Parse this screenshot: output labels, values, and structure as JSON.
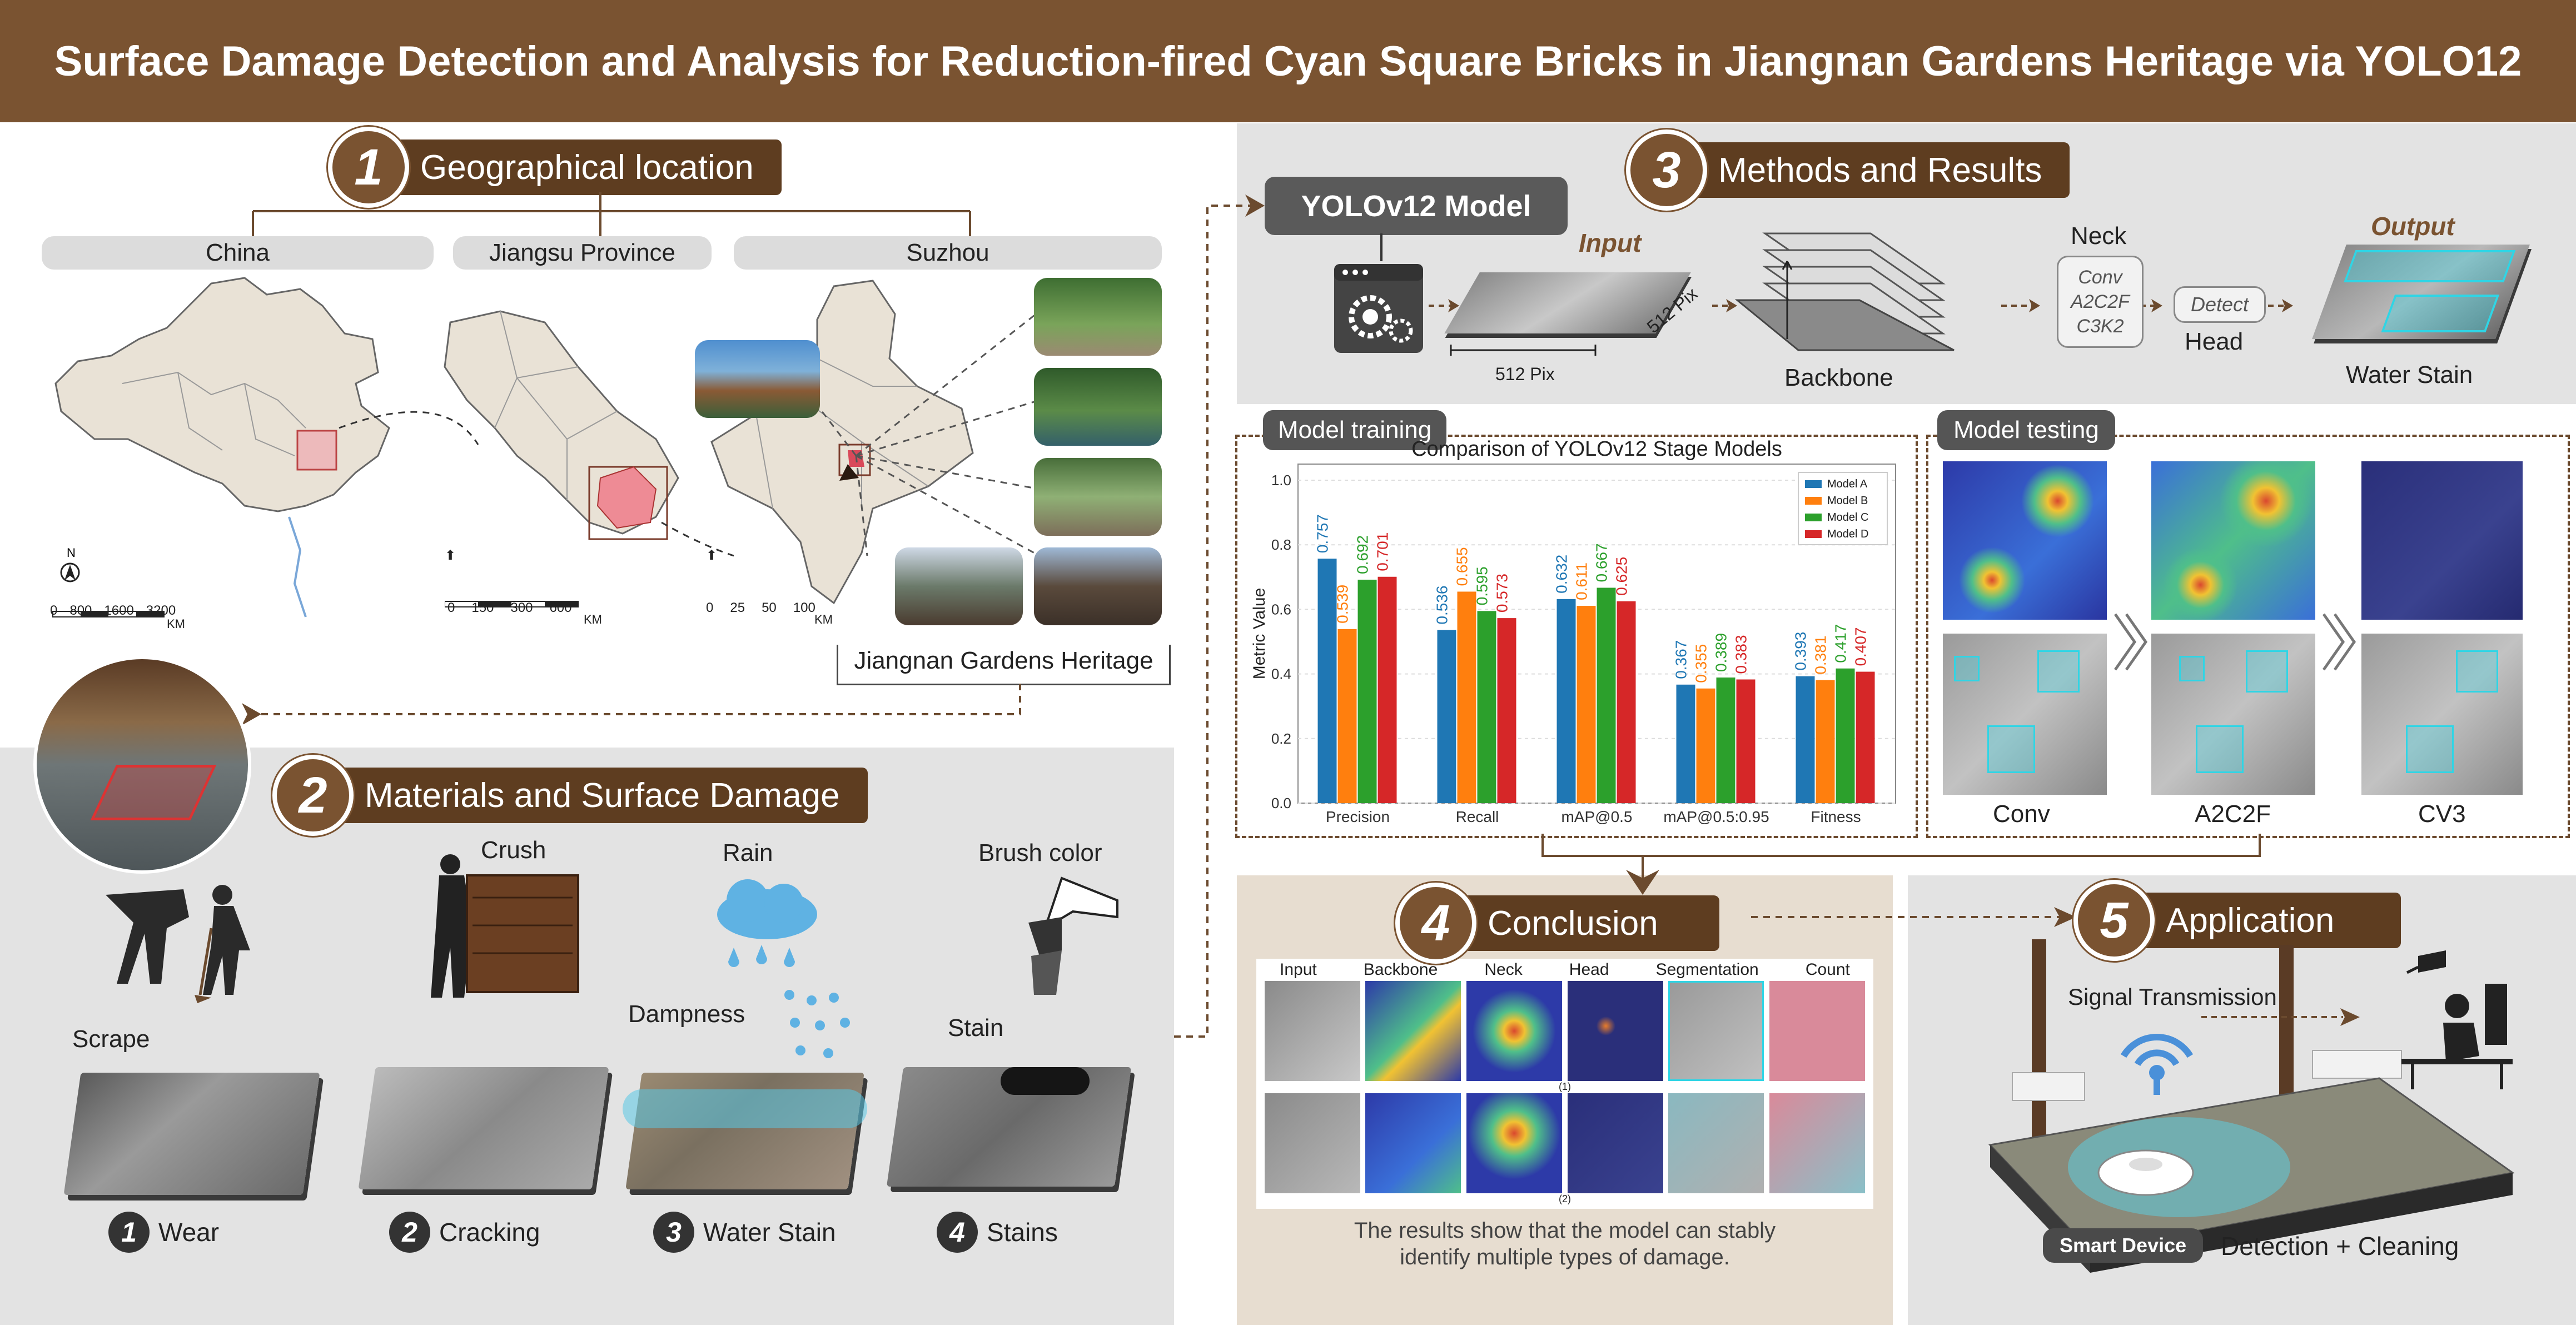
{
  "title": "Surface Damage Detection and Analysis for Reduction-fired Cyan Square Bricks in Jiangnan Gardens Heritage via YOLO12",
  "sections": {
    "s1": {
      "num": "1",
      "label": "Geographical location"
    },
    "s2": {
      "num": "2",
      "label": "Materials and Surface Damage"
    },
    "s3": {
      "num": "3",
      "label": "Methods and Results"
    },
    "s4": {
      "num": "4",
      "label": "Conclusion"
    },
    "s5": {
      "num": "5",
      "label": "Application"
    }
  },
  "geo": {
    "region_china": "China",
    "region_jiangsu": "Jiangsu Province",
    "region_suzhou": "Suzhou",
    "north": "N",
    "scale_china": [
      "0",
      "800",
      "1600",
      "3200"
    ],
    "scale_jiangsu": [
      "0",
      "150",
      "300",
      "600"
    ],
    "scale_suzhou": [
      "0",
      "25",
      "50",
      "100"
    ],
    "unit": "KM",
    "heritage_label": "Jiangnan Gardens Heritage"
  },
  "damage": {
    "scrape": "Scrape",
    "crush": "Crush",
    "rain": "Rain",
    "dampness": "Dampness",
    "brush_color": "Brush color",
    "stain": "Stain",
    "types": [
      {
        "num": "1",
        "label": "Wear"
      },
      {
        "num": "2",
        "label": "Cracking"
      },
      {
        "num": "3",
        "label": "Water Stain"
      },
      {
        "num": "4",
        "label": "Stains"
      }
    ]
  },
  "methods": {
    "model_label": "YOLOv12 Model",
    "input_label": "Input",
    "pix_w": "512 Pix",
    "pix_h": "512 Pix",
    "backbone": "Backbone",
    "neck": "Neck",
    "neck_items": [
      "Conv",
      "A2C2F",
      "C3K2"
    ],
    "detect": "Detect",
    "head": "Head",
    "output_label": "Output",
    "output_caption": "Water Stain",
    "training_tag": "Model training",
    "testing_tag": "Model testing",
    "testing_cols": [
      "Conv",
      "A2C2F",
      "CV3"
    ]
  },
  "chart_data": {
    "type": "bar",
    "title": "Comparison of YOLOv12 Stage Models",
    "xlabel": "",
    "ylabel": "Metric Value",
    "ylim": [
      0,
      1.05
    ],
    "yticks": [
      "0.0",
      "0.2",
      "0.4",
      "0.6",
      "0.8",
      "1.0"
    ],
    "categories": [
      "Precision",
      "Recall",
      "mAP@0.5",
      "mAP@0.5:0.95",
      "Fitness"
    ],
    "legend_position": "top-right",
    "series": [
      {
        "name": "Model A",
        "color": "#1f77b4",
        "values": [
          0.757,
          0.536,
          0.632,
          0.367,
          0.393
        ],
        "labels": [
          "0.757",
          "0.536",
          "0.632",
          "0.367",
          "0.393"
        ]
      },
      {
        "name": "Model B",
        "color": "#ff7f0e",
        "values": [
          0.539,
          0.655,
          0.611,
          0.355,
          0.381
        ],
        "labels": [
          "0.539",
          "0.655",
          "0.611",
          "0.355",
          "0.381"
        ]
      },
      {
        "name": "Model C",
        "color": "#2ca02c",
        "values": [
          0.692,
          0.595,
          0.667,
          0.389,
          0.417
        ],
        "labels": [
          "0.692",
          "0.595",
          "0.667",
          "0.389",
          "0.417"
        ]
      },
      {
        "name": "Model D",
        "color": "#d62728",
        "values": [
          0.701,
          0.573,
          0.625,
          0.383,
          0.407
        ],
        "labels": [
          "0.701",
          "0.573",
          "0.625",
          "0.383",
          "0.407"
        ]
      }
    ]
  },
  "conclusion": {
    "cols": [
      "Input",
      "Backbone",
      "Neck",
      "Head",
      "Segmentation",
      "Count"
    ],
    "row_tags": [
      "(1)",
      "(2)"
    ],
    "text_line1": "The results show that the model can stably",
    "text_line2": "identify multiple types of damage."
  },
  "application": {
    "signal": "Signal Transmission",
    "device": "Smart Device",
    "action": "Detection + Cleaning"
  }
}
